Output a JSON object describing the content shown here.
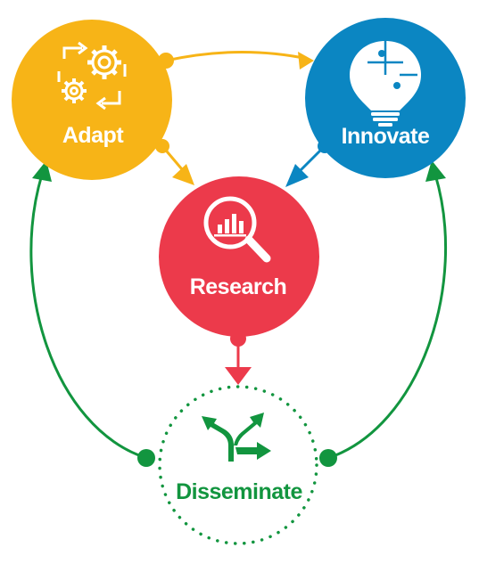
{
  "nodes": {
    "adapt": {
      "label": "Adapt",
      "icon": "gears-cycle-icon",
      "color": "#F7B417"
    },
    "innovate": {
      "label": "Innovate",
      "icon": "lightbulb-puzzle-icon",
      "color": "#0B86C2"
    },
    "research": {
      "label": "Research",
      "icon": "magnifier-chart-icon",
      "color": "#EC3A4B"
    },
    "disseminate": {
      "label": "Disseminate",
      "icon": "branching-arrows-icon",
      "color": "#12953F"
    }
  },
  "connections": [
    {
      "from": "Adapt",
      "to": "Innovate",
      "color": "#F7B417"
    },
    {
      "from": "Adapt",
      "to": "Research",
      "color": "#F7B417"
    },
    {
      "from": "Innovate",
      "to": "Research",
      "color": "#0B86C2"
    },
    {
      "from": "Research",
      "to": "Disseminate",
      "color": "#EC3A4B"
    },
    {
      "from": "Disseminate",
      "to": "Adapt",
      "color": "#12953F"
    },
    {
      "from": "Disseminate",
      "to": "Innovate",
      "color": "#12953F"
    }
  ]
}
